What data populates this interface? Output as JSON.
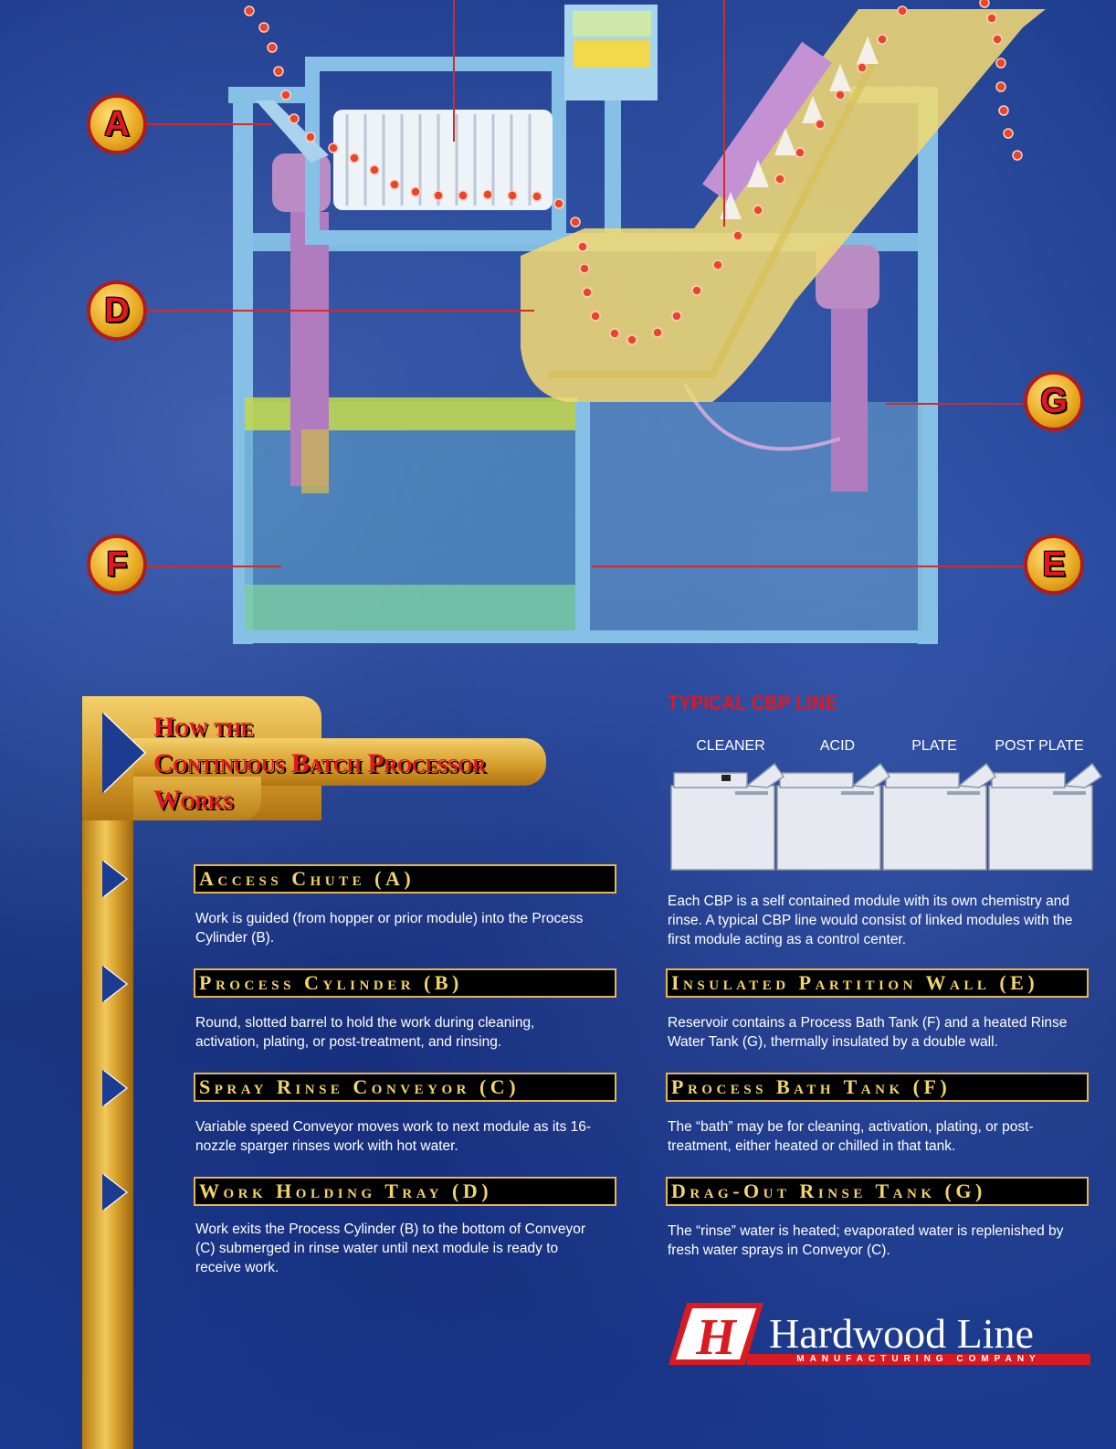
{
  "callouts": {
    "a": "A",
    "d": "D",
    "f": "F",
    "g": "G",
    "e": "E"
  },
  "how_it_works": {
    "title_line1": "How the",
    "title_line2": "Continuous Batch Processor",
    "title_line3": "Works"
  },
  "sections_left": [
    {
      "heading": "Access Chute (A)",
      "body": "Work is guided (from hopper or prior module) into the Process Cylinder (B)."
    },
    {
      "heading": "Process Cylinder (B)",
      "body": "Round, slotted barrel to hold the work during cleaning, activation, plating, or post-treatment, and rinsing."
    },
    {
      "heading": "Spray Rinse Conveyor (C)",
      "body": "Variable speed Conveyor moves work to next module as its 16-nozzle sparger rinses work with hot water."
    },
    {
      "heading": "Work Holding Tray (D)",
      "body": "Work exits the Process Cylinder (B) to the bottom of Conveyor (C) submerged in rinse water until next module is ready to receive work."
    }
  ],
  "typical_line": {
    "title": "TYPICAL CBP LINE",
    "modules": [
      "CLEANER",
      "ACID",
      "PLATE",
      "POST PLATE"
    ],
    "description": "Each CBP is a self contained module with its own chemistry and rinse. A typical CBP line would consist of linked modules with the first module acting as a control center."
  },
  "sections_right": [
    {
      "heading": "Insulated Partition Wall (E)",
      "body": "Reservoir contains a Process Bath Tank (F) and a heated Rinse Water Tank (G), thermally insulated by a double wall."
    },
    {
      "heading": "Process Bath Tank (F)",
      "body": "The “bath” may be for cleaning, activation, plating, or post-treatment, either heated or chilled in that tank."
    },
    {
      "heading": "Drag-Out Rinse Tank (G)",
      "body": "The “rinse” water is heated; evaporated water is replenished by fresh water sprays in Conveyor (C)."
    }
  ],
  "logo": {
    "mark": "H",
    "name": "Hardwood Line",
    "tagline": "MANUFACTURING COMPANY"
  },
  "colors": {
    "background": "#1d3a8c",
    "accent_red": "#e3171d",
    "gold": "#e5b84a",
    "frame": "#7fb7e0",
    "conveyor": "#f0d873"
  }
}
